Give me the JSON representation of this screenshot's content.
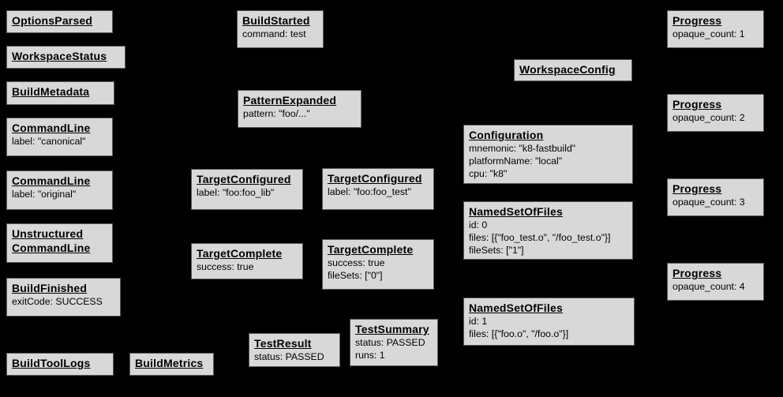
{
  "diagram": {
    "background_color": "#000000",
    "node_fill_color": "#d8d8d8",
    "node_border_color": "#595959",
    "text_color": "#000000"
  },
  "boxes": [
    {
      "id": "options-parsed",
      "title": "OptionsParsed",
      "lines": []
    },
    {
      "id": "workspace-status",
      "title": "WorkspaceStatus",
      "lines": []
    },
    {
      "id": "build-metadata",
      "title": "BuildMetadata",
      "lines": []
    },
    {
      "id": "command-line-canonical",
      "title": "CommandLine",
      "lines": [
        "label: \"canonical\""
      ]
    },
    {
      "id": "command-line-original",
      "title": "CommandLine",
      "lines": [
        "label: \"original\""
      ]
    },
    {
      "id": "unstructured-command-line",
      "title": "Unstructured CommandLine",
      "lines": []
    },
    {
      "id": "build-finished",
      "title": "BuildFinished",
      "lines": [
        "exitCode: SUCCESS"
      ]
    },
    {
      "id": "build-tool-logs",
      "title": "BuildToolLogs",
      "lines": []
    },
    {
      "id": "build-metrics",
      "title": "BuildMetrics",
      "lines": []
    },
    {
      "id": "build-started",
      "title": "BuildStarted",
      "lines": [
        "command: test"
      ]
    },
    {
      "id": "pattern-expanded",
      "title": "PatternExpanded",
      "lines": [
        "pattern: \"foo/...\""
      ]
    },
    {
      "id": "target-configured-lib",
      "title": "TargetConfigured",
      "lines": [
        "label: \"foo:foo_lib\""
      ]
    },
    {
      "id": "target-configured-test",
      "title": "TargetConfigured",
      "lines": [
        "label: \"foo:foo_test\""
      ]
    },
    {
      "id": "target-complete-lib",
      "title": "TargetComplete",
      "lines": [
        "success: true"
      ]
    },
    {
      "id": "target-complete-test",
      "title": "TargetComplete",
      "lines": [
        "success: true",
        "fileSets: [\"0\"]"
      ]
    },
    {
      "id": "test-result",
      "title": "TestResult",
      "lines": [
        "status: PASSED"
      ]
    },
    {
      "id": "test-summary",
      "title": "TestSummary",
      "lines": [
        "status: PASSED",
        "runs: 1"
      ]
    },
    {
      "id": "workspace-config",
      "title": "WorkspaceConfig",
      "lines": []
    },
    {
      "id": "configuration",
      "title": "Configuration",
      "lines": [
        "mnemonic: \"k8-fastbuild\"",
        "platformName: \"local\"",
        "cpu: \"k8\""
      ]
    },
    {
      "id": "named-set-of-files-0",
      "title": "NamedSetOfFiles",
      "lines": [
        "id: 0",
        "files: [{\"foo_test.o\", \"/foo_test.o\"}]",
        "fileSets: [\"1\"]"
      ]
    },
    {
      "id": "named-set-of-files-1",
      "title": "NamedSetOfFiles",
      "lines": [
        "id: 1",
        "files: [{\"foo.o\", \"/foo.o\"}]"
      ]
    },
    {
      "id": "progress-1",
      "title": "Progress",
      "lines": [
        "opaque_count: 1"
      ]
    },
    {
      "id": "progress-2",
      "title": "Progress",
      "lines": [
        "opaque_count: 2"
      ]
    },
    {
      "id": "progress-3",
      "title": "Progress",
      "lines": [
        "opaque_count: 3"
      ]
    },
    {
      "id": "progress-4",
      "title": "Progress",
      "lines": [
        "opaque_count: 4"
      ]
    }
  ]
}
